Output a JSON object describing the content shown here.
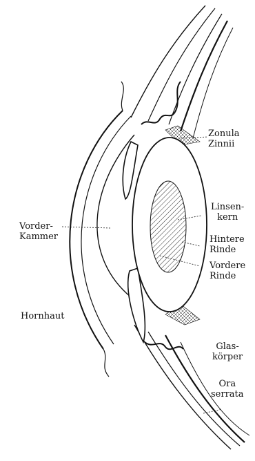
{
  "labels": {
    "zonula": [
      "Zonula",
      "Zinnii"
    ],
    "linsenkern": [
      "Linsen-",
      "kern"
    ],
    "hintere_rinde": [
      "Hintere",
      "Rinde"
    ],
    "vordere_rinde": [
      "Vordere",
      "Rinde"
    ],
    "vorderkammer": [
      "Vorder-",
      "Kammer"
    ],
    "hornhaut": "Hornhaut",
    "glaskoerper": [
      "Glas-",
      "körper"
    ],
    "ora_serrata": [
      "Ora",
      "serrata"
    ]
  },
  "colors": {
    "ink": "#111111",
    "paper": "#ffffff"
  }
}
